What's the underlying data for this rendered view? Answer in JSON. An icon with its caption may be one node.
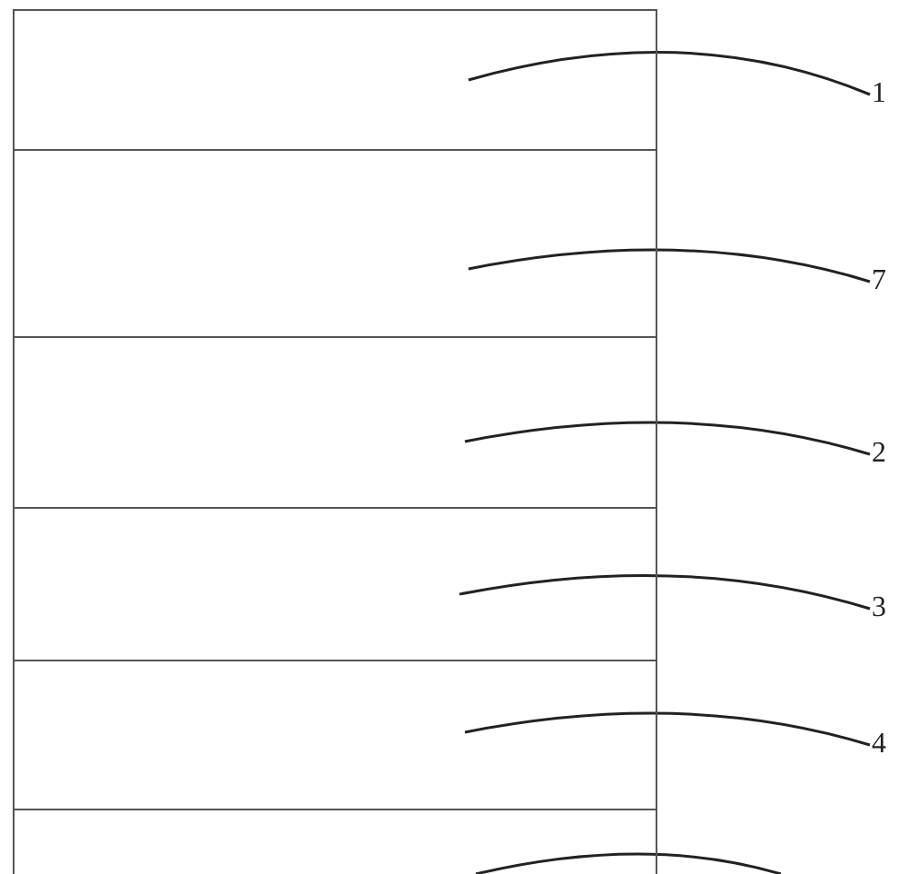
{
  "diagram": {
    "nodes": [
      {
        "text": [],
        "shape": "box"
      },
      {
        "text": [],
        "shape": "box"
      },
      {
        "text": [],
        "shape": "box"
      },
      {
        "text": [],
        "shape": "box"
      },
      {
        "text": [],
        "shape": "box"
      },
      {
        "text": [],
        "shape": "box"
      },
      {
        "text": [
          "1"
        ]
      },
      {
        "text": [
          "7"
        ]
      },
      {
        "text": [
          "2"
        ]
      },
      {
        "text": [
          "3"
        ]
      },
      {
        "text": [
          "4"
        ]
      }
    ],
    "edges": [
      {
        "from": 6,
        "to": 0,
        "arrow": "none"
      },
      {
        "from": 7,
        "to": 1,
        "arrow": "none"
      },
      {
        "from": 8,
        "to": 2,
        "arrow": "none"
      },
      {
        "from": 9,
        "to": 3,
        "arrow": "none"
      },
      {
        "from": 10,
        "to": 4,
        "arrow": "none"
      },
      {
        "from": null,
        "to": 5,
        "arrow": "none"
      }
    ]
  }
}
